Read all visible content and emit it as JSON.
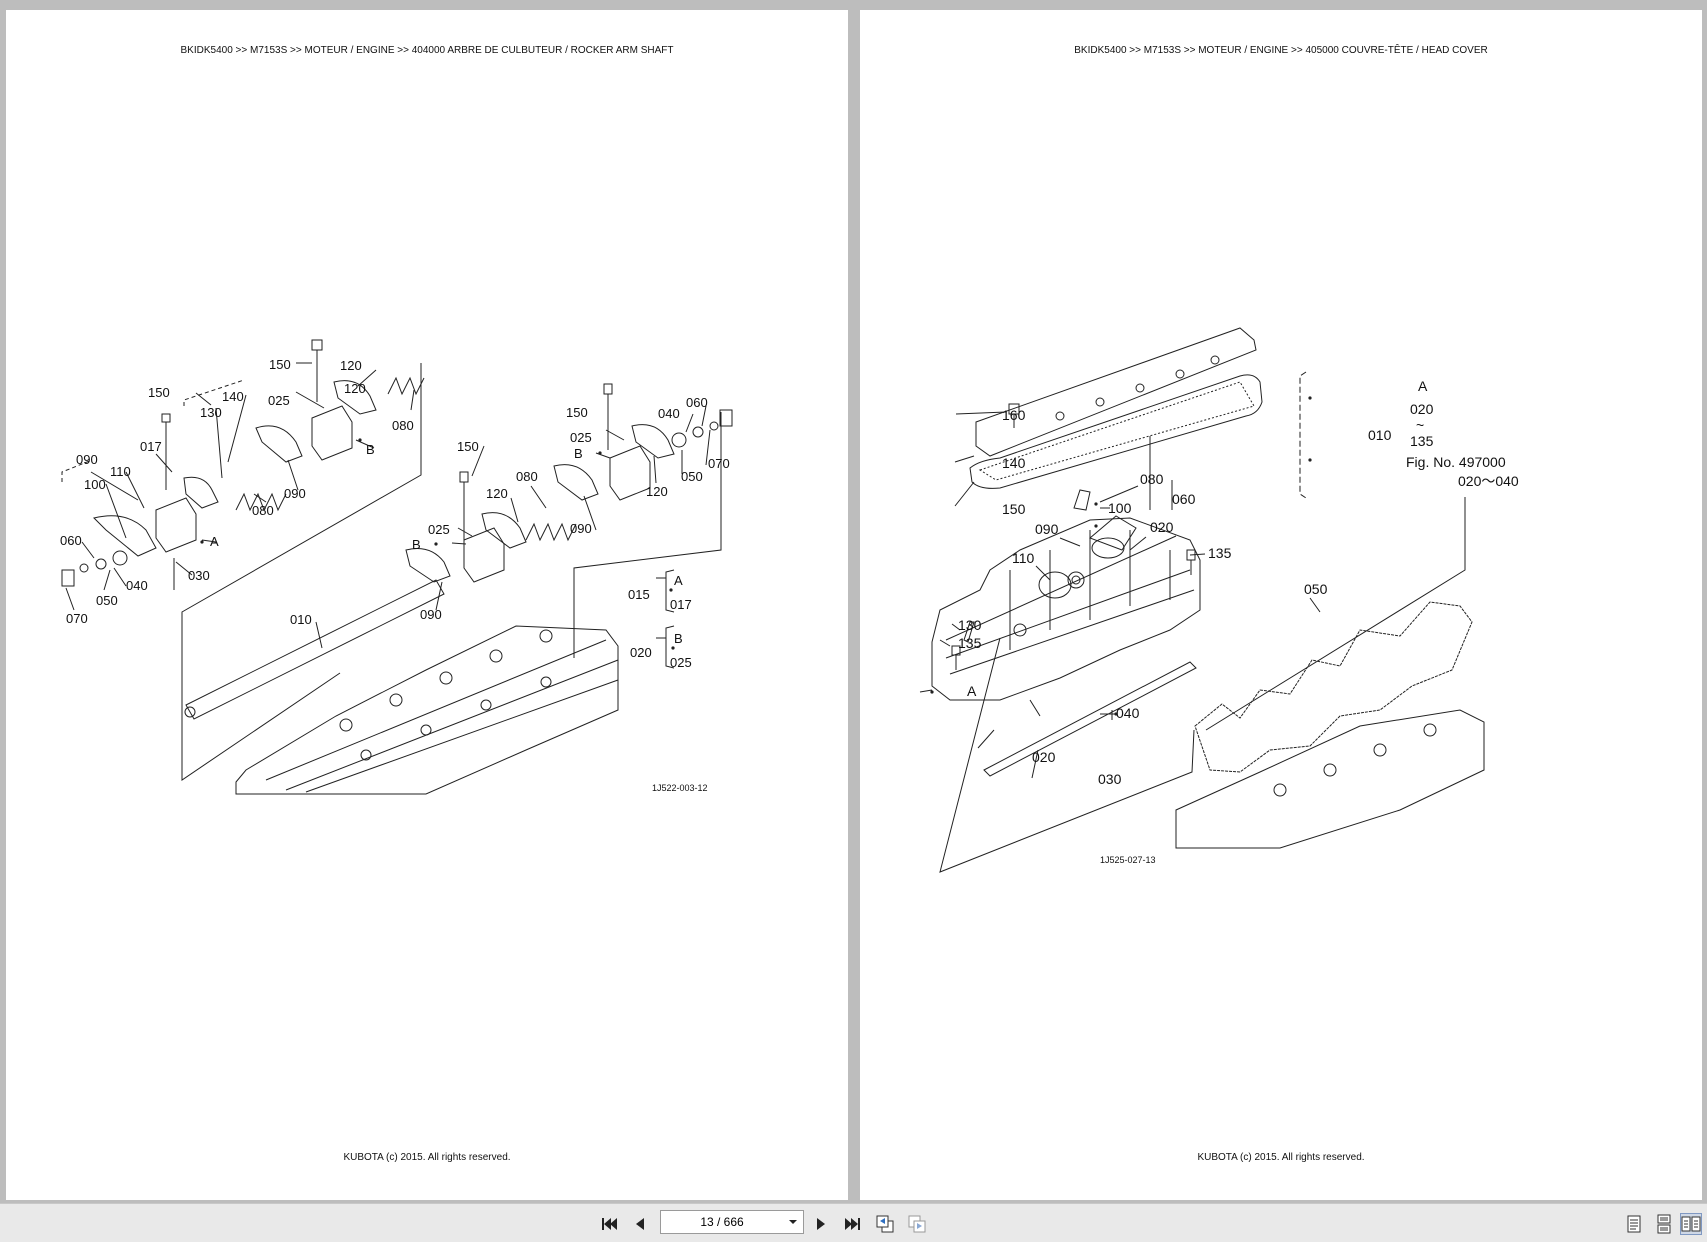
{
  "pages": {
    "left": {
      "breadcrumb": "BKIDK5400 >> M7153S >> MOTEUR / ENGINE >> 404000   ARBRE DE CULBUTEUR / ROCKER ARM SHAFT",
      "footer": "KUBOTA (c) 2015. All rights reserved.",
      "figure_code": "1J522-003-12",
      "callouts": [
        "150",
        "120",
        "140",
        "130",
        "017",
        "090",
        "110",
        "100",
        "060",
        "050",
        "040",
        "070",
        "030",
        "A",
        "080",
        "090",
        "150",
        "025",
        "120",
        "080",
        "B",
        "010",
        "150",
        "025",
        "B",
        "080",
        "120",
        "090",
        "120",
        "150",
        "040",
        "060",
        "050",
        "070",
        "025",
        "B",
        "090"
      ],
      "legend": {
        "k1": "015",
        "a": "A",
        "v1": "017",
        "k2": "020",
        "b": "B",
        "v2": "025"
      }
    },
    "right": {
      "breadcrumb": "BKIDK5400 >> M7153S >> MOTEUR / ENGINE >> 405000   COUVRE-TÊTE / HEAD COVER",
      "footer": "KUBOTA (c) 2015. All rights reserved.",
      "figure_code": "1J525-027-13",
      "callouts": [
        "160",
        "140",
        "150",
        "080",
        "100",
        "060",
        "090",
        "020",
        "110",
        "135",
        "130",
        "135",
        "A",
        "050",
        "040",
        "020",
        "030"
      ],
      "legend": {
        "k": "010",
        "a": "A",
        "v1": "020",
        "tilde": "~",
        "v2": "135",
        "fig": "Fig. No. 497000",
        "range": "020～040"
      }
    }
  },
  "toolbar": {
    "page_indicator": "13 / 666",
    "icons": [
      "first-page-icon",
      "prev-page-icon",
      "next-page-icon",
      "last-page-icon",
      "go-back-icon",
      "go-forward-icon",
      "single-page-icon",
      "continuous-icon",
      "facing-icon"
    ]
  }
}
